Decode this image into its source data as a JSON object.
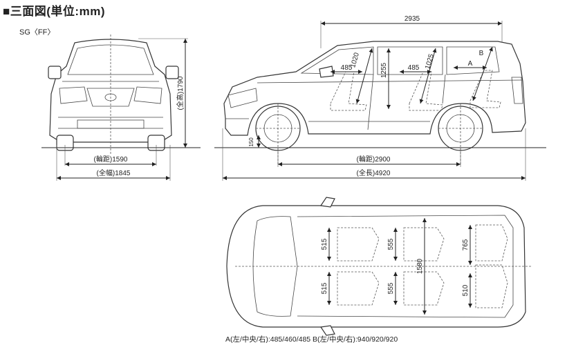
{
  "header": {
    "title": "■三面図(単位:mm)",
    "model": "SG〈FF〉"
  },
  "dimensions": {
    "front_tread": "(輪距)1590",
    "overall_width": "(全幅)1845",
    "overall_height": "(全高)1790",
    "ground_clearance": "150",
    "interior_length": "2935",
    "wheelbase": "(輪距)2900",
    "overall_length": "(全長)4920",
    "front_seat_width": "485",
    "second_seat_width": "485",
    "front_headroom": "1020",
    "second_headroom": "1025",
    "interior_height": "1255",
    "label_a": "A",
    "label_b": "B",
    "top_515_upper": "515",
    "top_515_lower": "515",
    "top_555_upper": "555",
    "top_555_lower": "555",
    "interior_width": "1580",
    "rear_765": "765",
    "rear_510": "510"
  },
  "footnote": "A(左/中央/右):485/460/485 B(左/中央/右):940/920/920"
}
